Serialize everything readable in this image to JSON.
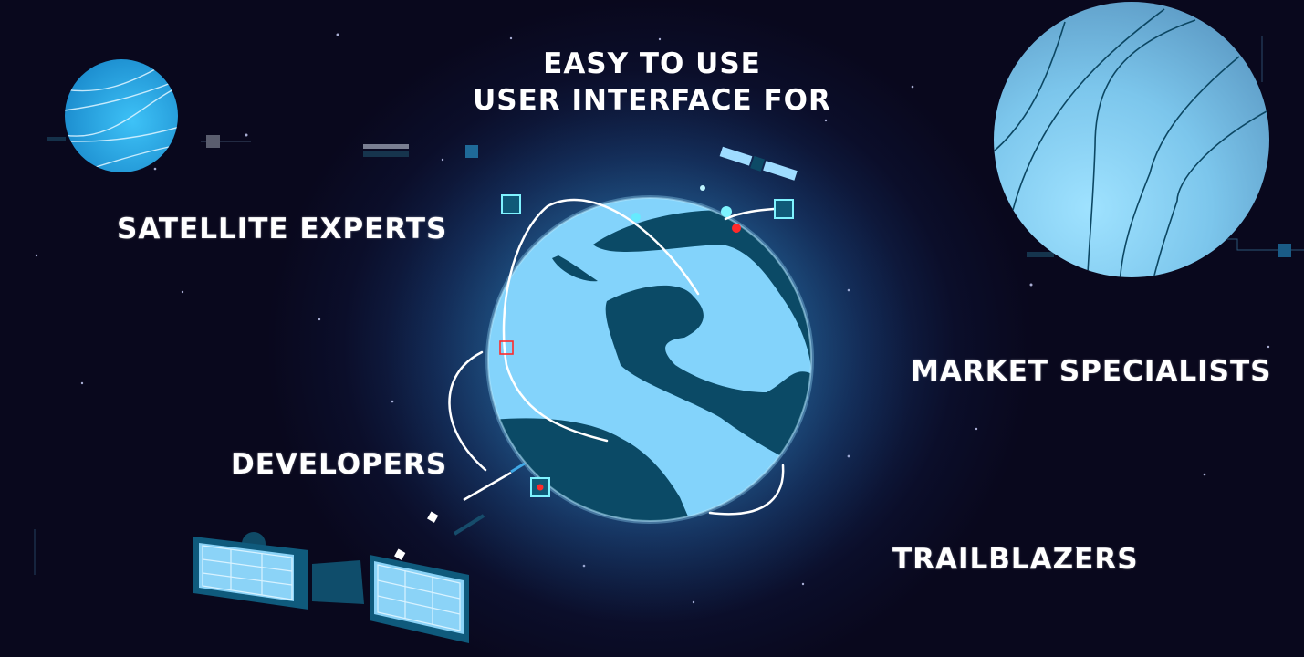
{
  "headline": {
    "line1": "EASY TO USE",
    "line2": "USER INTERFACE FOR"
  },
  "audiences": [
    {
      "label": "SATELLITE EXPERTS"
    },
    {
      "label": "MARKET SPECIALISTS"
    },
    {
      "label": "DEVELOPERS"
    },
    {
      "label": "TRAILBLAZERS"
    }
  ],
  "colors": {
    "background": "#0a0a1f",
    "globe_land": "#83d3fb",
    "globe_sea": "#0b4a66",
    "planet_left": "#2aa6e0",
    "planet_right": "#7cc6ec",
    "accent_cyan": "#5ff0ff",
    "marker_red": "#ff2a2a",
    "text": "#ffffff"
  },
  "icons": [
    "globe-icon",
    "planet-icon",
    "satellite-icon",
    "orbit-icon",
    "marker-icon"
  ]
}
